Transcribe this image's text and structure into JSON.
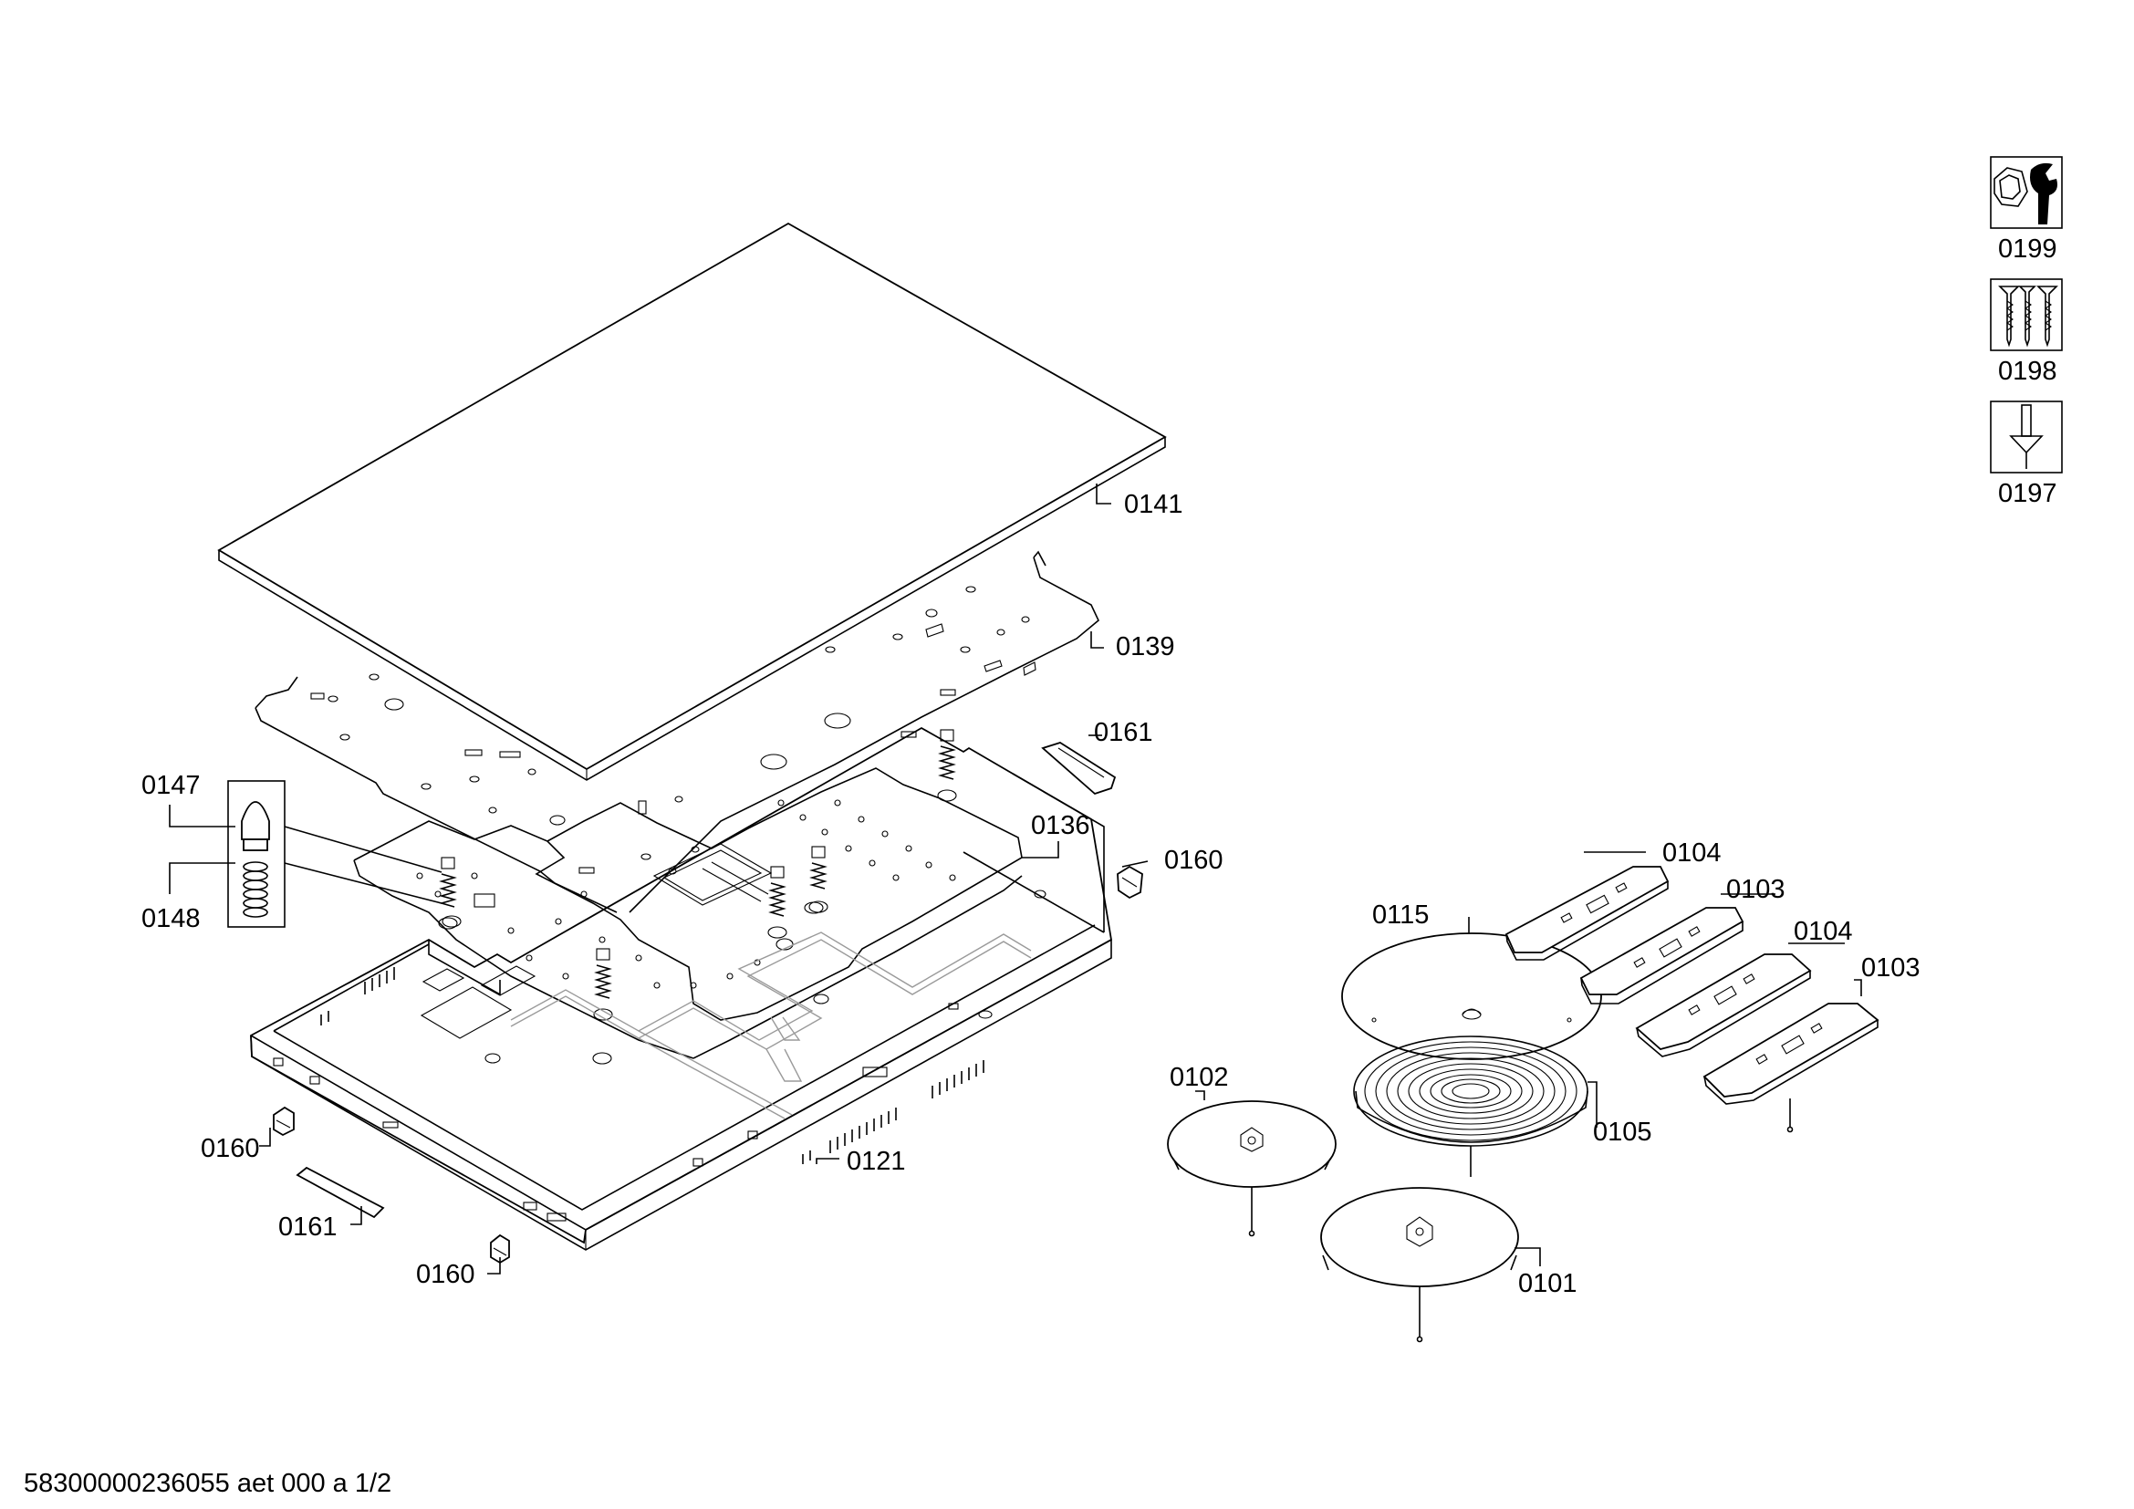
{
  "callouts": {
    "c0141": "0141",
    "c0139": "0139",
    "c0161a": "0161",
    "c0147": "0147",
    "c0136": "0136",
    "c0160a": "0160",
    "c0148": "0148",
    "c0160b": "0160",
    "c0121": "0121",
    "c0161b": "0161",
    "c0160c": "0160",
    "c0115": "0115",
    "c0104a": "0104",
    "c0103a": "0103",
    "c0104b": "0104",
    "c0103b": "0103",
    "c0102": "0102",
    "c0105": "0105",
    "c0101": "0101"
  },
  "legend": [
    {
      "label": "0199",
      "icon": "wrench-nut-icon"
    },
    {
      "label": "0198",
      "icon": "screws-icon"
    },
    {
      "label": "0197",
      "icon": "screwdriver-icon"
    }
  ],
  "footer": {
    "document_id": "58300000236055 aet 000 a 1/2"
  }
}
